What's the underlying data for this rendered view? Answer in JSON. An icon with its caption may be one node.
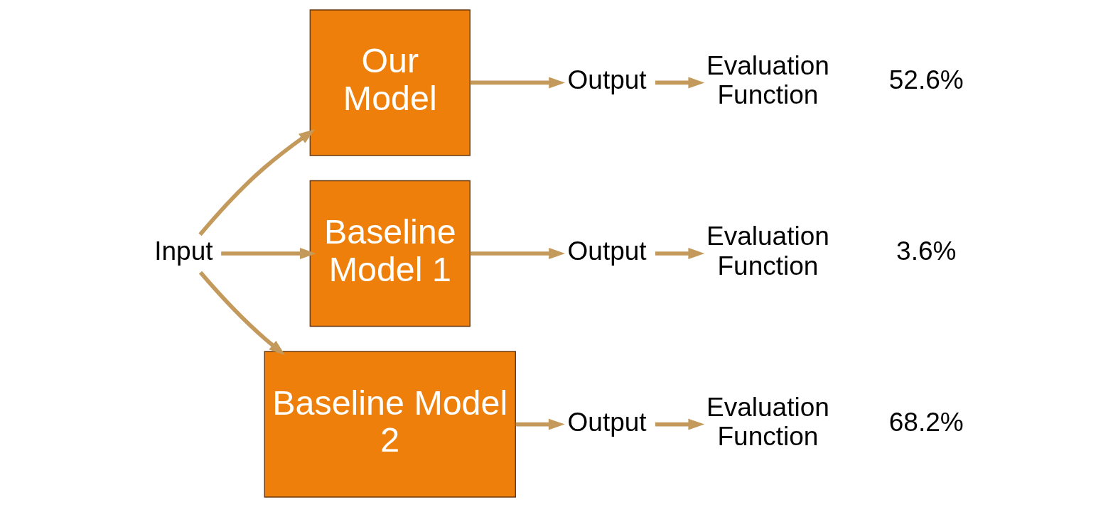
{
  "diagram": {
    "nodes": [
      {
        "text": [
          "Input"
        ]
      },
      {
        "text": [
          "Our Model"
        ]
      },
      {
        "text": [
          "Output"
        ]
      },
      {
        "text": [
          "Evaluation Function"
        ],
        "beside": [
          "52.6%"
        ]
      },
      {
        "text": [
          "Baseline Model 1"
        ]
      },
      {
        "text": [
          "Output"
        ]
      },
      {
        "text": [
          "Evaluation Function"
        ],
        "beside": [
          "3.6%"
        ]
      },
      {
        "text": [
          "Baseline Model 2"
        ]
      },
      {
        "text": [
          "Output"
        ]
      },
      {
        "text": [
          "Evaluation Function"
        ],
        "beside": [
          "68.2%"
        ]
      }
    ],
    "edges": [
      {
        "from": 0,
        "to": 1,
        "arrow": "to"
      },
      {
        "from": 0,
        "to": 4,
        "arrow": "to"
      },
      {
        "from": 0,
        "to": 7,
        "arrow": "to"
      },
      {
        "from": 1,
        "to": 2,
        "arrow": "to"
      },
      {
        "from": 2,
        "to": 3,
        "arrow": "to"
      },
      {
        "from": 4,
        "to": 5,
        "arrow": "to"
      },
      {
        "from": 5,
        "to": 6,
        "arrow": "to"
      },
      {
        "from": 7,
        "to": 8,
        "arrow": "to"
      },
      {
        "from": 8,
        "to": 9,
        "arrow": "to"
      }
    ]
  }
}
